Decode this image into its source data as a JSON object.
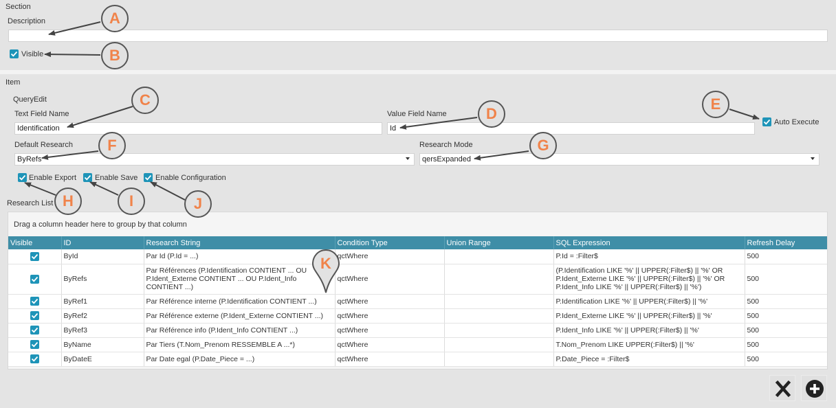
{
  "section": {
    "title": "Section",
    "description_label": "Description",
    "description_value": "",
    "visible_label": "Visible",
    "visible_checked": true
  },
  "item": {
    "title": "Item",
    "subtitle": "QueryEdit",
    "text_field_label": "Text Field Name",
    "text_field_value": "Identification",
    "value_field_label": "Value Field Name",
    "value_field_value": "Id",
    "auto_execute_label": "Auto Execute",
    "auto_execute_checked": true,
    "default_research_label": "Default Research",
    "default_research_value": "ByRefs",
    "research_mode_label": "Research Mode",
    "research_mode_value": "qersExpanded",
    "enable_export_label": "Enable Export",
    "enable_save_label": "Enable Save",
    "enable_config_label": "Enable Configuration",
    "research_list_label": "Research List"
  },
  "grid": {
    "group_hint": "Drag a column header here to group by that column",
    "columns": [
      "Visible",
      "ID",
      "Research String",
      "Condition Type",
      "Union Range",
      "SQL Expression",
      "Refresh Delay"
    ],
    "rows": [
      {
        "visible": true,
        "id": "ById",
        "research": "Par Id (P.Id = ...)",
        "condition": "qctWhere",
        "union": "",
        "sql": "P.Id = :Filter$",
        "delay": "500"
      },
      {
        "visible": true,
        "id": "ByRefs",
        "research": "Par Références (P.Identification CONTIENT ... OU\nP.Ident_Externe CONTIENT ... OU P.Ident_Info\nCONTIENT ...)",
        "condition": "qctWhere",
        "union": "",
        "sql": "(P.Identification LIKE '%' || UPPER(:Filter$) || '%' OR\nP.Ident_Externe LIKE '%' || UPPER(:Filter$) || '%' OR\nP.Ident_Info LIKE '%' || UPPER(:Filter$) || '%')",
        "delay": "500"
      },
      {
        "visible": true,
        "id": "ByRef1",
        "research": "Par Référence interne (P.Identification CONTIENT ...)",
        "condition": "qctWhere",
        "union": "",
        "sql": "P.Identification LIKE '%' || UPPER(:Filter$) || '%'",
        "delay": "500"
      },
      {
        "visible": true,
        "id": "ByRef2",
        "research": "Par Référence externe (P.Ident_Externe CONTIENT ...)",
        "condition": "qctWhere",
        "union": "",
        "sql": "P.Ident_Externe LIKE '%' || UPPER(:Filter$) || '%'",
        "delay": "500"
      },
      {
        "visible": true,
        "id": "ByRef3",
        "research": "Par Référence info (P.Ident_Info CONTIENT ...)",
        "condition": "qctWhere",
        "union": "",
        "sql": "P.Ident_Info LIKE '%' || UPPER(:Filter$) || '%'",
        "delay": "500"
      },
      {
        "visible": true,
        "id": "ByName",
        "research": "Par Tiers (T.Nom_Prenom RESSEMBLE A ...*)",
        "condition": "qctWhere",
        "union": "",
        "sql": "T.Nom_Prenom LIKE UPPER(:Filter$) || '%'",
        "delay": "500"
      },
      {
        "visible": true,
        "id": "ByDateE",
        "research": "Par Date egal (P.Date_Piece = ...)",
        "condition": "qctWhere",
        "union": "",
        "sql": "P.Date_Piece = :Filter$",
        "delay": "500"
      }
    ]
  },
  "callouts": [
    "A",
    "B",
    "C",
    "D",
    "E",
    "F",
    "G",
    "H",
    "I",
    "J",
    "K"
  ],
  "buttons": {
    "close": "X",
    "add": "+"
  },
  "colors": {
    "accent": "#1e94b8",
    "header": "#3f8ea7",
    "callout_text": "#f0834a"
  }
}
